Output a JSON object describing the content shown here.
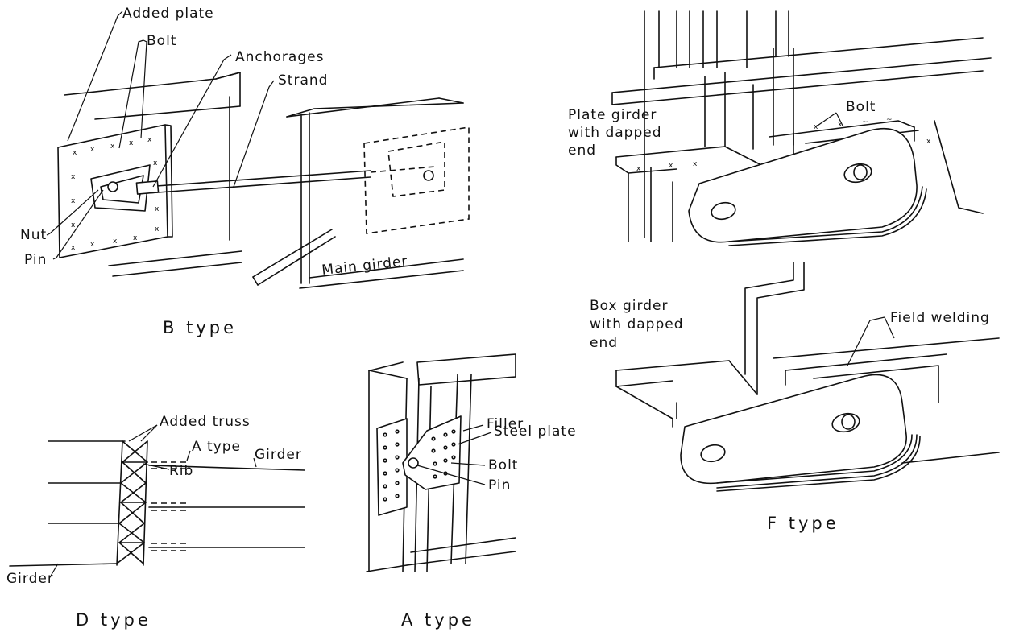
{
  "panels": {
    "b_type": {
      "caption": "B type",
      "labels": {
        "added_plate": "Added plate",
        "bolt": "Bolt",
        "anchorages": "Anchorages",
        "strand": "Strand",
        "nut": "Nut",
        "pin": "Pin",
        "main_girder": "Main girder"
      }
    },
    "f_type": {
      "caption": "F type",
      "labels": {
        "plate_girder_1": "Plate girder",
        "plate_girder_2": "with dapped",
        "plate_girder_3": "end",
        "bolt": "Bolt",
        "box_girder_1": "Box girder",
        "box_girder_2": "with dapped",
        "box_girder_3": "end",
        "field_welding": "Field welding"
      }
    },
    "d_type": {
      "caption": "D type",
      "labels": {
        "added_truss": "Added truss",
        "a_type": "A type",
        "girder_right": "Girder",
        "rib": "Rib",
        "girder_left": "Girder"
      }
    },
    "a_type": {
      "caption": "A type",
      "labels": {
        "filler": "Filler",
        "steel_plate": "Steel plate",
        "bolt": "Bolt",
        "pin": "Pin"
      }
    }
  }
}
